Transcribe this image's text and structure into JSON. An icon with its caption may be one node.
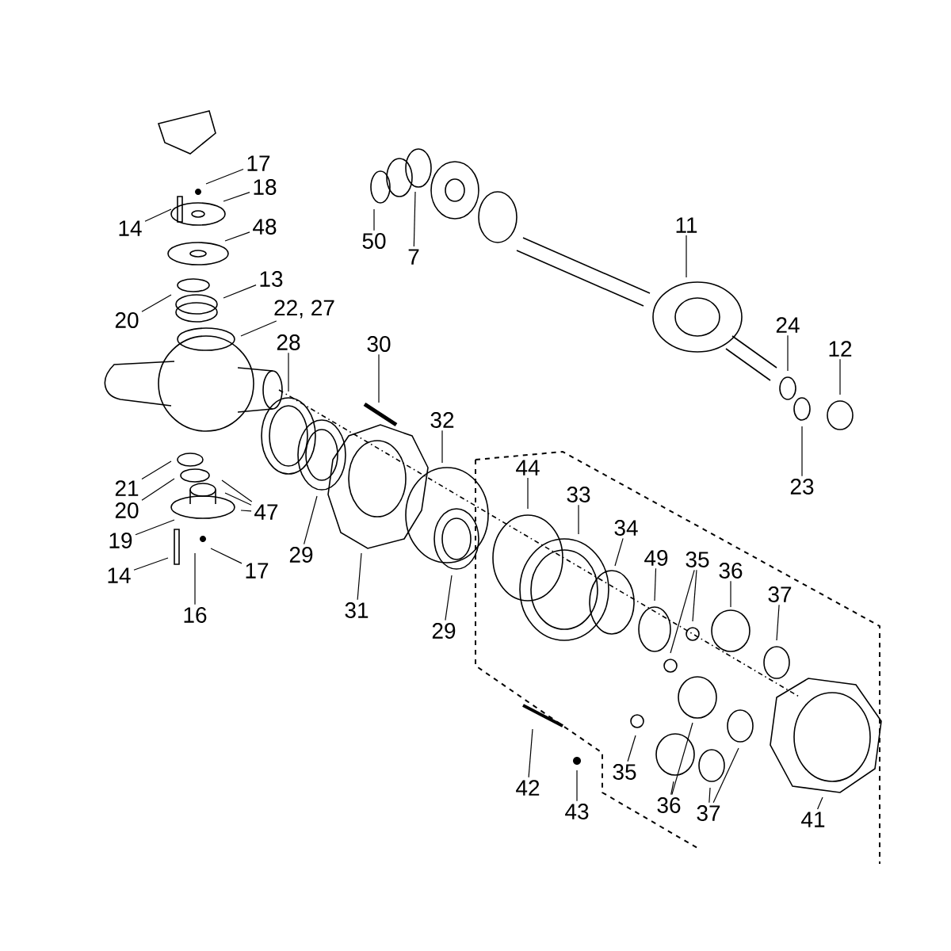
{
  "diagram": {
    "nodes": [
      {
        "text": [
          "17"
        ]
      },
      {
        "text": [
          "18"
        ]
      },
      {
        "text": [
          "14"
        ]
      },
      {
        "text": [
          "48"
        ]
      },
      {
        "text": [
          "13"
        ]
      },
      {
        "text": [
          "20"
        ]
      },
      {
        "text": [
          "22, 27"
        ]
      },
      {
        "text": [
          "28"
        ]
      },
      {
        "text": [
          "30"
        ]
      },
      {
        "text": [
          "50"
        ]
      },
      {
        "text": [
          "7"
        ]
      },
      {
        "text": [
          "11"
        ]
      },
      {
        "text": [
          "24"
        ]
      },
      {
        "text": [
          "12"
        ]
      },
      {
        "text": [
          "23"
        ]
      },
      {
        "text": [
          "32"
        ]
      },
      {
        "text": [
          "29"
        ]
      },
      {
        "text": [
          "31"
        ]
      },
      {
        "text": [
          "29"
        ]
      },
      {
        "text": [
          "44"
        ]
      },
      {
        "text": [
          "33"
        ]
      },
      {
        "text": [
          "34"
        ]
      },
      {
        "text": [
          "49"
        ]
      },
      {
        "text": [
          "35"
        ]
      },
      {
        "text": [
          "36"
        ]
      },
      {
        "text": [
          "37"
        ]
      },
      {
        "text": [
          "21"
        ]
      },
      {
        "text": [
          "20"
        ]
      },
      {
        "text": [
          "47"
        ]
      },
      {
        "text": [
          "19"
        ]
      },
      {
        "text": [
          "14"
        ]
      },
      {
        "text": [
          "17"
        ]
      },
      {
        "text": [
          "16"
        ]
      },
      {
        "text": [
          "42"
        ]
      },
      {
        "text": [
          "43"
        ]
      },
      {
        "text": [
          "35"
        ]
      },
      {
        "text": [
          "36"
        ]
      },
      {
        "text": [
          "37"
        ]
      },
      {
        "text": [
          "41"
        ]
      }
    ],
    "edges": [
      {
        "from": 0,
        "to": null,
        "arrow": "none"
      },
      {
        "from": 1,
        "to": null,
        "arrow": "none"
      },
      {
        "from": 2,
        "to": null,
        "arrow": "none"
      },
      {
        "from": 3,
        "to": null,
        "arrow": "none"
      },
      {
        "from": 4,
        "to": null,
        "arrow": "none"
      },
      {
        "from": 5,
        "to": null,
        "arrow": "none"
      },
      {
        "from": 6,
        "to": null,
        "arrow": "none"
      },
      {
        "from": 7,
        "to": null,
        "arrow": "none"
      },
      {
        "from": 8,
        "to": null,
        "arrow": "none"
      },
      {
        "from": 9,
        "to": null,
        "arrow": "none"
      },
      {
        "from": 10,
        "to": null,
        "arrow": "none"
      },
      {
        "from": 11,
        "to": null,
        "arrow": "none"
      },
      {
        "from": 12,
        "to": null,
        "arrow": "none"
      },
      {
        "from": 13,
        "to": null,
        "arrow": "none"
      },
      {
        "from": 14,
        "to": null,
        "arrow": "none"
      },
      {
        "from": 15,
        "to": null,
        "arrow": "none"
      },
      {
        "from": 16,
        "to": null,
        "arrow": "none"
      },
      {
        "from": 17,
        "to": null,
        "arrow": "none"
      },
      {
        "from": 18,
        "to": null,
        "arrow": "none"
      },
      {
        "from": 19,
        "to": null,
        "arrow": "none"
      },
      {
        "from": 20,
        "to": null,
        "arrow": "none"
      },
      {
        "from": 21,
        "to": null,
        "arrow": "none"
      },
      {
        "from": 22,
        "to": null,
        "arrow": "none"
      },
      {
        "from": 23,
        "to": null,
        "arrow": "none"
      },
      {
        "from": 23,
        "to": null,
        "arrow": "none"
      },
      {
        "from": 24,
        "to": null,
        "arrow": "none"
      },
      {
        "from": 25,
        "to": null,
        "arrow": "none"
      },
      {
        "from": 26,
        "to": null,
        "arrow": "none"
      },
      {
        "from": 27,
        "to": null,
        "arrow": "none"
      },
      {
        "from": 28,
        "to": null,
        "arrow": "none"
      },
      {
        "from": 28,
        "to": null,
        "arrow": "none"
      },
      {
        "from": 28,
        "to": null,
        "arrow": "none"
      },
      {
        "from": 29,
        "to": null,
        "arrow": "none"
      },
      {
        "from": 30,
        "to": null,
        "arrow": "none"
      },
      {
        "from": 31,
        "to": null,
        "arrow": "none"
      },
      {
        "from": 32,
        "to": null,
        "arrow": "none"
      },
      {
        "from": 33,
        "to": null,
        "arrow": "none"
      },
      {
        "from": 34,
        "to": null,
        "arrow": "none"
      },
      {
        "from": 35,
        "to": null,
        "arrow": "none"
      },
      {
        "from": 36,
        "to": null,
        "arrow": "none"
      },
      {
        "from": 36,
        "to": null,
        "arrow": "none"
      },
      {
        "from": 37,
        "to": null,
        "arrow": "none"
      },
      {
        "from": 37,
        "to": null,
        "arrow": "none"
      },
      {
        "from": 38,
        "to": null,
        "arrow": "none"
      }
    ]
  }
}
